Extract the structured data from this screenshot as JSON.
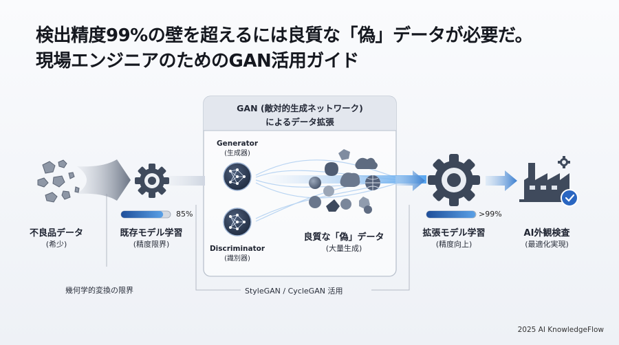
{
  "title": {
    "line1": "検出精度99%の壁を超えるには良質な「偽」データが必要だ。",
    "line2": "現場エンジニアのためのGAN活用ガイド"
  },
  "steps": {
    "defect": {
      "label": "不良品データ",
      "sub": "(希少)"
    },
    "existing": {
      "label": "既存モデル学習",
      "sub": "(精度限界)",
      "accuracy": "85%",
      "progress": 0.85
    },
    "fake": {
      "label": "良質な「偽」データ",
      "sub": "(大量生成)"
    },
    "augmented": {
      "label": "拡張モデル学習",
      "sub": "(精度向上)",
      "accuracy": ">99%",
      "progress": 0.99
    },
    "inspection": {
      "label": "AI外観検査",
      "sub": "(最適化実現)"
    }
  },
  "gan": {
    "title_line1": "GAN (敵対的生成ネットワーク)",
    "title_line2": "によるデータ拡張",
    "generator": {
      "name": "Generator",
      "sub": "(生成器)"
    },
    "discriminator": {
      "name": "Discriminator",
      "sub": "(識別器)"
    }
  },
  "notes": {
    "limit": "幾何学的変換の限界",
    "styles": "StyleGAN / CycleGAN 活用"
  },
  "footer": "2025 AI KnowledgeFlow"
}
